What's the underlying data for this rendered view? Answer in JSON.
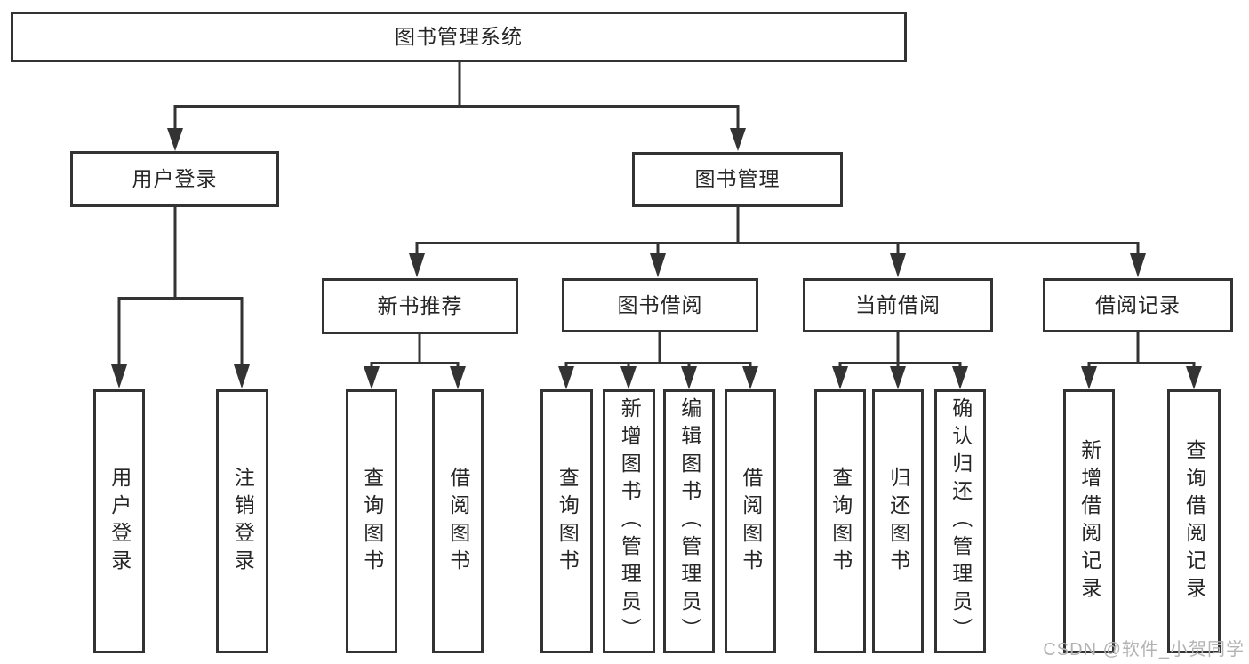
{
  "diagram": {
    "title": "图书管理系统",
    "root": "图书管理系统",
    "level2": {
      "user_login": "用户登录",
      "book_mgmt": "图书管理"
    },
    "level3": {
      "new_book_recommend": "新书推荐",
      "book_borrow": "图书借阅",
      "current_borrow": "当前借阅",
      "borrow_record": "借阅记录"
    },
    "level4": {
      "user_login": "用户登录",
      "logout": "注销登录",
      "nb_query_book": "查询图书",
      "nb_borrow_book": "借阅图书",
      "bb_query_book": "查询图书",
      "bb_add_book": "新增图书（管理员）",
      "bb_edit_book": "编辑图书（管理员）",
      "bb_borrow_book": "借阅图书",
      "cb_query_book": "查询图书",
      "cb_return_book": "归还图书",
      "cb_confirm_return": "确认归还（管理员）",
      "br_add_record": "新增借阅记录",
      "br_query_record": "查询借阅记录"
    }
  },
  "watermark": "CSDN @软件_小贺同学",
  "colors": {
    "line": "#333333",
    "text": "#262626",
    "watermark": "#b3b3b3",
    "background": "#ffffff"
  }
}
